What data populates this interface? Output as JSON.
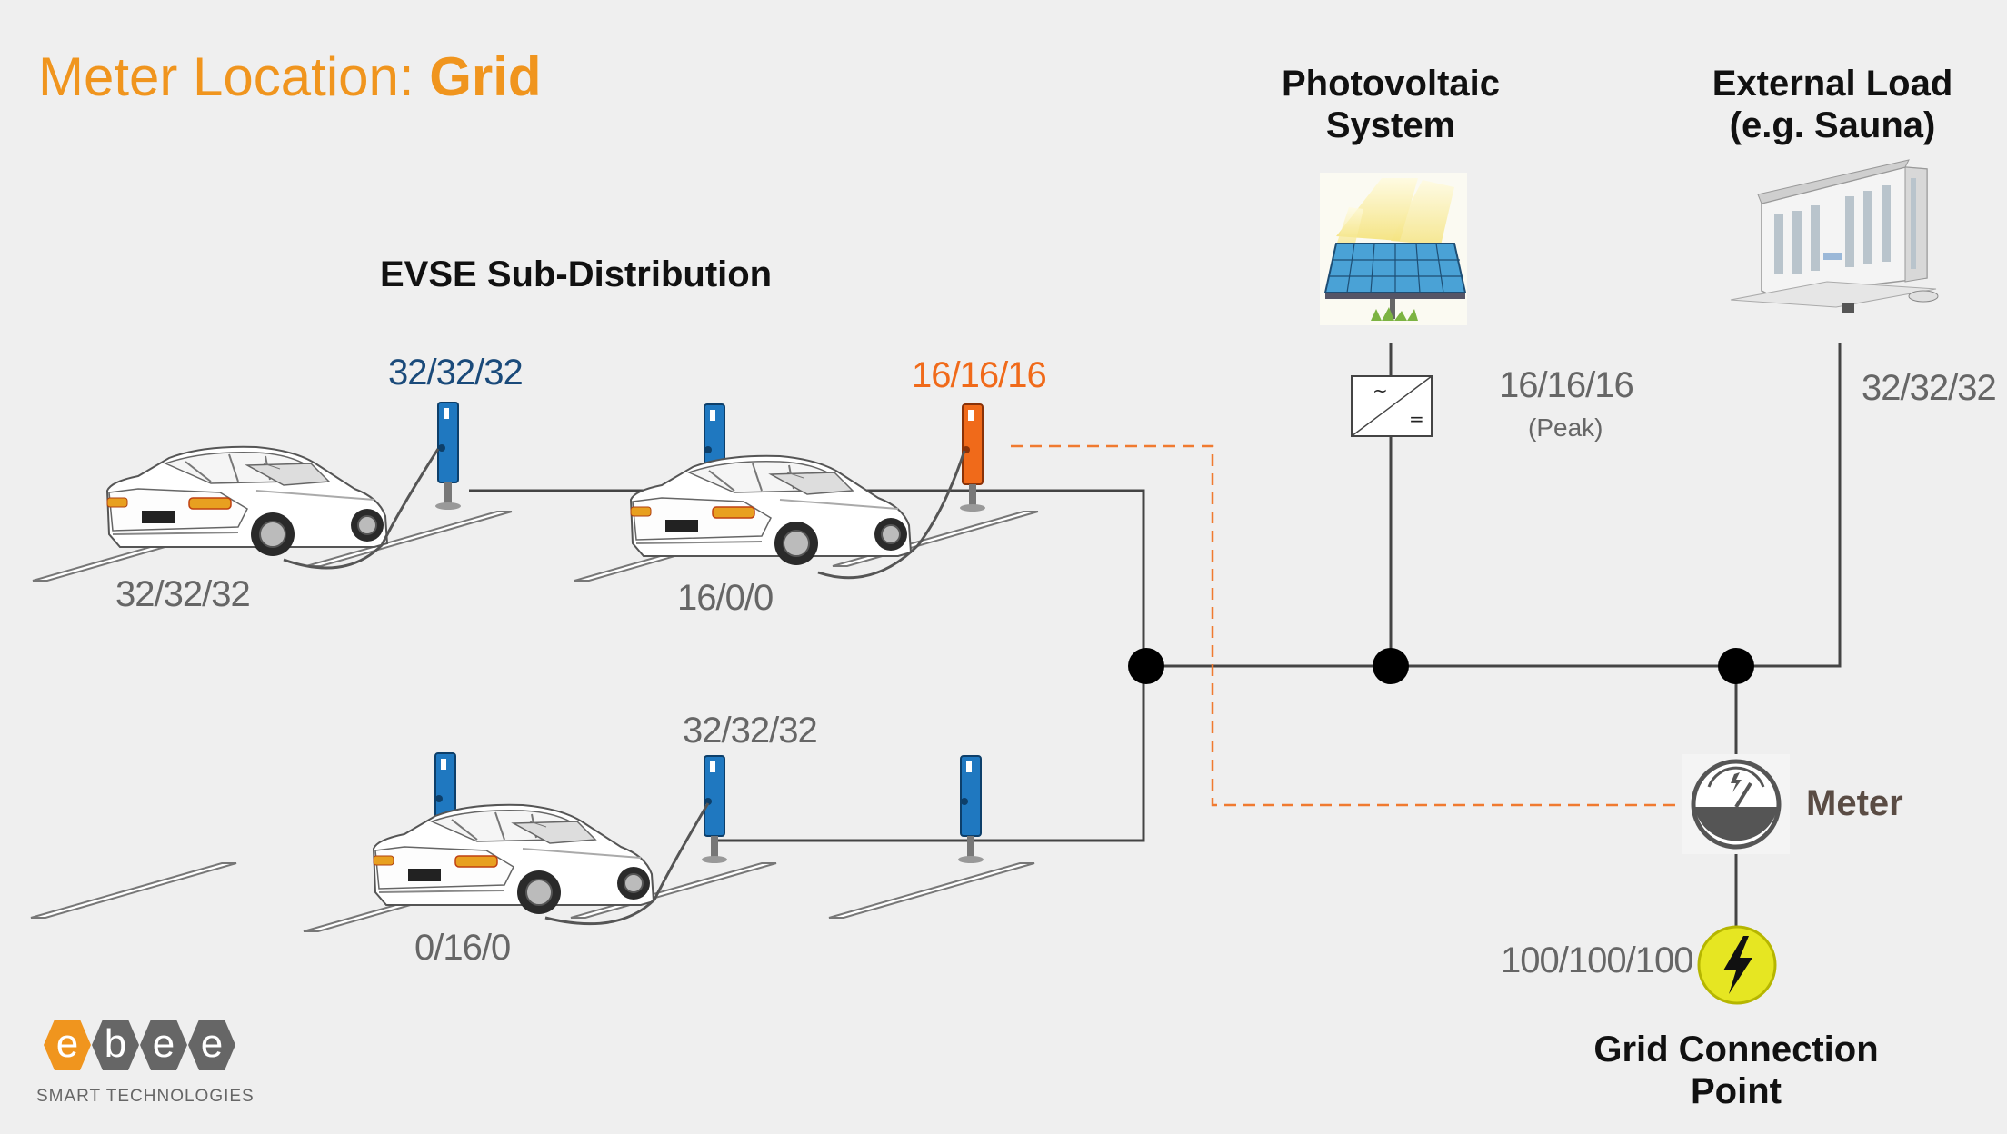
{
  "title": {
    "prefix": "Meter Location: ",
    "emphasis": "Grid"
  },
  "headings": {
    "evse_sub_distribution": "EVSE Sub-Distribution",
    "photovoltaic_line1": "Photovoltaic",
    "photovoltaic_line2": "System",
    "external_load_line1": "External Load",
    "external_load_line2": "(e.g. Sauna)",
    "grid_connection_line1": "Grid Connection",
    "grid_connection_line2": "Point"
  },
  "values": {
    "charger_1": "32/32/32",
    "charger_3": "16/16/16",
    "car_1": "32/32/32",
    "car_2": "16/0/0",
    "charger_5": "32/32/32",
    "car_3": "0/16/0",
    "photovoltaic": "16/16/16",
    "photovoltaic_note": "(Peak)",
    "external_load": "32/32/32",
    "grid_connection": "100/100/100"
  },
  "meter": {
    "label": "Meter"
  },
  "inverter": {
    "ac_symbol": "~",
    "dc_symbol": "="
  },
  "logo": {
    "letters": [
      "e",
      "b",
      "e",
      "e"
    ],
    "subtitle": "SMART TECHNOLOGIES"
  },
  "colors": {
    "title": "#f0951e",
    "charger_blue": "#1f78c0",
    "charger_orange": "#f06a1a",
    "value_blue": "#1a4a7a",
    "value_orange": "#f06a1a",
    "value_gray": "#666666",
    "grid_point_yellow": "#e6e622",
    "wire": "#444444",
    "dashed_line": "#f07a30"
  }
}
